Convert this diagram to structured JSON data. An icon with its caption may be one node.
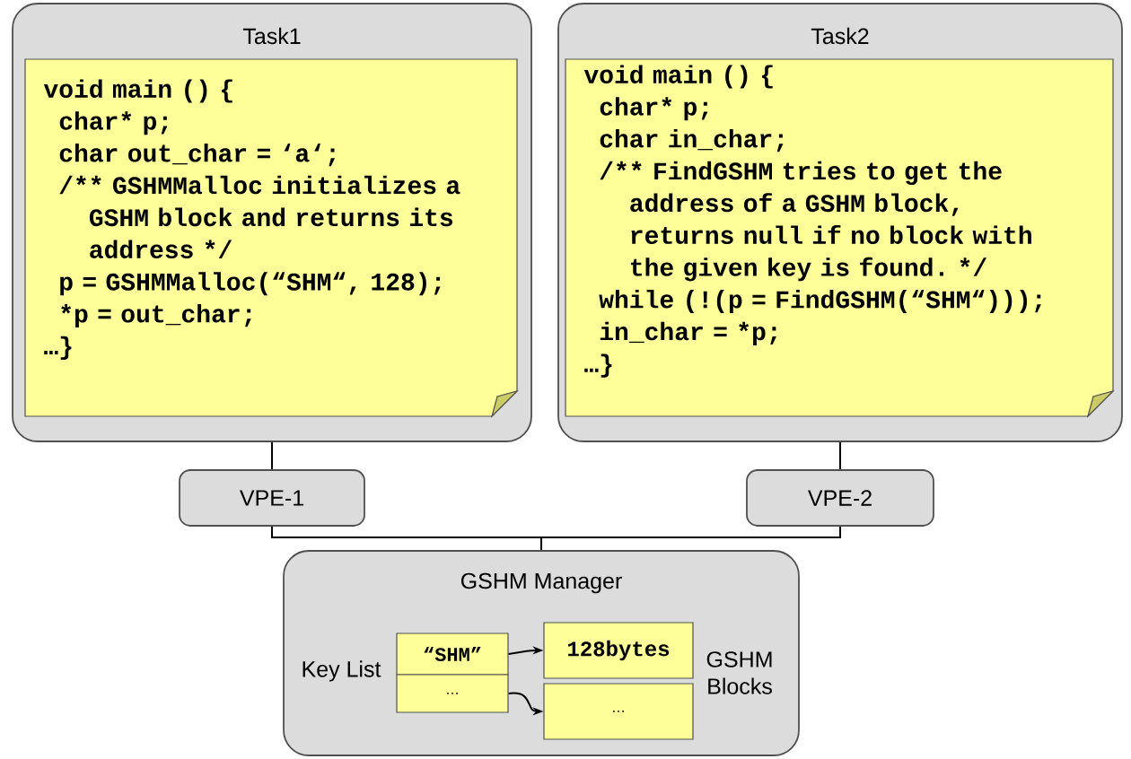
{
  "diagram": {
    "nodes": [
      {
        "text": [
          "Task1"
        ]
      },
      {
        "text": [
          "void main () {",
          "char* p;",
          "char out_char = ‘a‘;",
          "/** GSHMMalloc initializes a GSHM block and returns its address */",
          "p = GSHMMalloc(“SHM“, 128);",
          "*p = out_char;",
          "…}"
        ],
        "in": 0
      },
      {
        "text": [
          "Task2"
        ]
      },
      {
        "text": [
          "void main () {",
          "char* p;",
          "char in_char;",
          "/** FindGSHM tries to get the address of a GSHM block, returns null if no block with the given key is found. */",
          "while (!(p = FindGSHM(“SHM“)));",
          "in_char = *p;",
          "…}"
        ],
        "in": 2
      },
      {
        "text": [
          "VPE-1"
        ]
      },
      {
        "text": [
          "VPE-2"
        ]
      },
      {
        "text": [
          "GSHM Manager"
        ]
      },
      {
        "text": [
          "“SHM”"
        ],
        "in": 6
      },
      {
        "text": [
          "…"
        ],
        "in": 6
      },
      {
        "text": [
          "128bytes"
        ],
        "in": 6
      },
      {
        "text": [
          "…"
        ],
        "in": 6
      }
    ],
    "edges": [
      {
        "from": 0,
        "to": 4,
        "arrow": "none"
      },
      {
        "from": 2,
        "to": 5,
        "arrow": "none"
      },
      {
        "from": 4,
        "to": 6,
        "arrow": "none"
      },
      {
        "from": 5,
        "to": 6,
        "arrow": "none"
      },
      {
        "from": 7,
        "to": 9,
        "arrow": "to"
      },
      {
        "from": 8,
        "to": 10,
        "arrow": "to"
      }
    ],
    "labels": [
      "Key List",
      "GSHM Blocks"
    ]
  }
}
